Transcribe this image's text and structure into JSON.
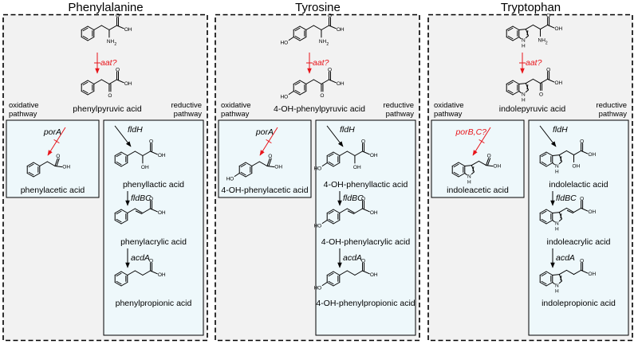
{
  "panels": [
    {
      "title": "Phenylalanine",
      "first_enzyme": "aat?",
      "keto_acid": "phenylpyruvic acid",
      "oxidative_label": [
        "oxidative",
        "pathway"
      ],
      "reductive_label": [
        "reductive",
        "pathway"
      ],
      "oxidative": {
        "enzyme": "porA",
        "product": "phenylacetic acid"
      },
      "reductive": [
        {
          "enzyme": "fldH",
          "product": "phenyllactic acid"
        },
        {
          "enzyme": "fldBC",
          "product": "phenylacrylic acid"
        },
        {
          "enzyme": "acdA",
          "product": "phenylpropionic acid"
        }
      ]
    },
    {
      "title": "Tyrosine",
      "first_enzyme": "aat?",
      "keto_acid": "4-OH-phenylpyruvic acid",
      "oxidative_label": [
        "oxidative",
        "pathway"
      ],
      "reductive_label": [
        "reductive",
        "pathway"
      ],
      "oxidative": {
        "enzyme": "porA",
        "product": "4-OH-phenylacetic acid"
      },
      "reductive": [
        {
          "enzyme": "fldH",
          "product": "4-OH-phenyllactic acid"
        },
        {
          "enzyme": "fldBC",
          "product": "4-OH-phenylacrylic acid"
        },
        {
          "enzyme": "acdA",
          "product": "4-OH-phenylpropionic acid"
        }
      ]
    },
    {
      "title": "Tryptophan",
      "first_enzyme": "aat?",
      "keto_acid": "indolepyruvic acid",
      "oxidative_label": [
        "oxidative",
        "pathway"
      ],
      "reductive_label": [
        "reductive",
        "pathway"
      ],
      "oxidative": {
        "enzyme": "porB,C?",
        "product": "indoleacetic acid"
      },
      "reductive": [
        {
          "enzyme": "fldH",
          "product": "indolelactic acid"
        },
        {
          "enzyme": "fldBC",
          "product": "indoleacrylic acid"
        },
        {
          "enzyme": "acdA",
          "product": "indolepropionic acid"
        }
      ]
    }
  ],
  "atoms": {
    "OH": "OH",
    "O": "O",
    "NH2": "NH",
    "NH2_sub": "2",
    "NH": "NH",
    "HO": "HO",
    "H": "H",
    "N": "N"
  },
  "colors": {
    "enzyme_uncertain": "#e8141a",
    "pathway_box": "#eef8fb",
    "panel_bg": "#f2f2f2"
  }
}
